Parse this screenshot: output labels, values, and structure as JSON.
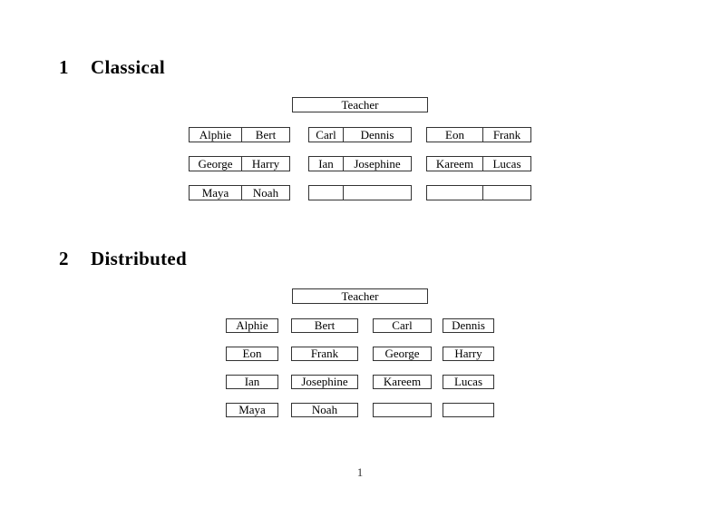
{
  "page": {
    "number_label": "1"
  },
  "colors": {
    "background": "#ffffff",
    "text": "#000000",
    "box_border": "#333333"
  },
  "sections": [
    {
      "number": "1",
      "title": "Classical",
      "teacher_label": "Teacher",
      "layout": "paired-desks",
      "rows": [
        [
          [
            "Alphie",
            "Bert"
          ],
          [
            "Carl",
            "Dennis"
          ],
          [
            "Eon",
            "Frank"
          ]
        ],
        [
          [
            "George",
            "Harry"
          ],
          [
            "Ian",
            "Josephine"
          ],
          [
            "Kareem",
            "Lucas"
          ]
        ],
        [
          [
            "Maya",
            "Noah"
          ],
          [
            "",
            ""
          ],
          [
            "",
            ""
          ]
        ]
      ]
    },
    {
      "number": "2",
      "title": "Distributed",
      "teacher_label": "Teacher",
      "layout": "single-desks",
      "rows": [
        [
          "Alphie",
          "Bert",
          "Carl",
          "Dennis"
        ],
        [
          "Eon",
          "Frank",
          "George",
          "Harry"
        ],
        [
          "Ian",
          "Josephine",
          "Kareem",
          "Lucas"
        ],
        [
          "Maya",
          "Noah",
          "",
          ""
        ]
      ]
    }
  ]
}
